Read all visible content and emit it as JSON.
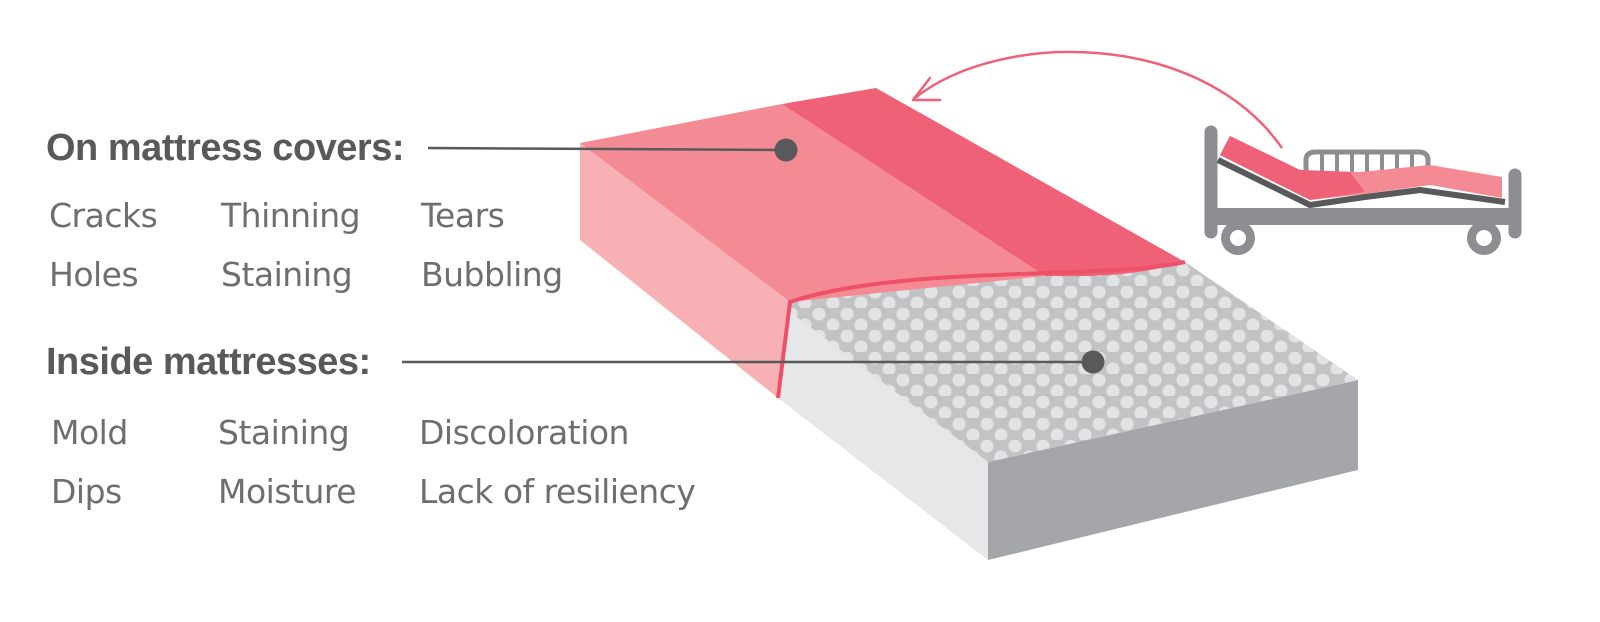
{
  "sections": {
    "covers": {
      "heading": "On mattress covers:",
      "items": [
        "Cracks",
        "Thinning",
        "Tears",
        "Holes",
        "Staining",
        "Bubbling"
      ]
    },
    "inside": {
      "heading": "Inside mattresses:",
      "items": [
        "Mold",
        "Staining",
        "Discoloration",
        "Dips",
        "Moisture",
        "Lack of resiliency"
      ]
    }
  },
  "colors": {
    "text_heading": "#58595b",
    "text_item": "#6d6e71",
    "leader_line": "#58595b",
    "cover_top_dark": "#ef6177",
    "cover_top_light": "#f48b94",
    "cover_side": "#f7b0b3",
    "cover_edge": "#ee5067",
    "foam_top": "#c2c3c5",
    "foam_dots": "#e2e3e4",
    "foam_side_light": "#e6e7e8",
    "foam_side_dark": "#a5a6a9",
    "bed_frame": "#8d8e91",
    "bed_frame_dark": "#58595b"
  }
}
